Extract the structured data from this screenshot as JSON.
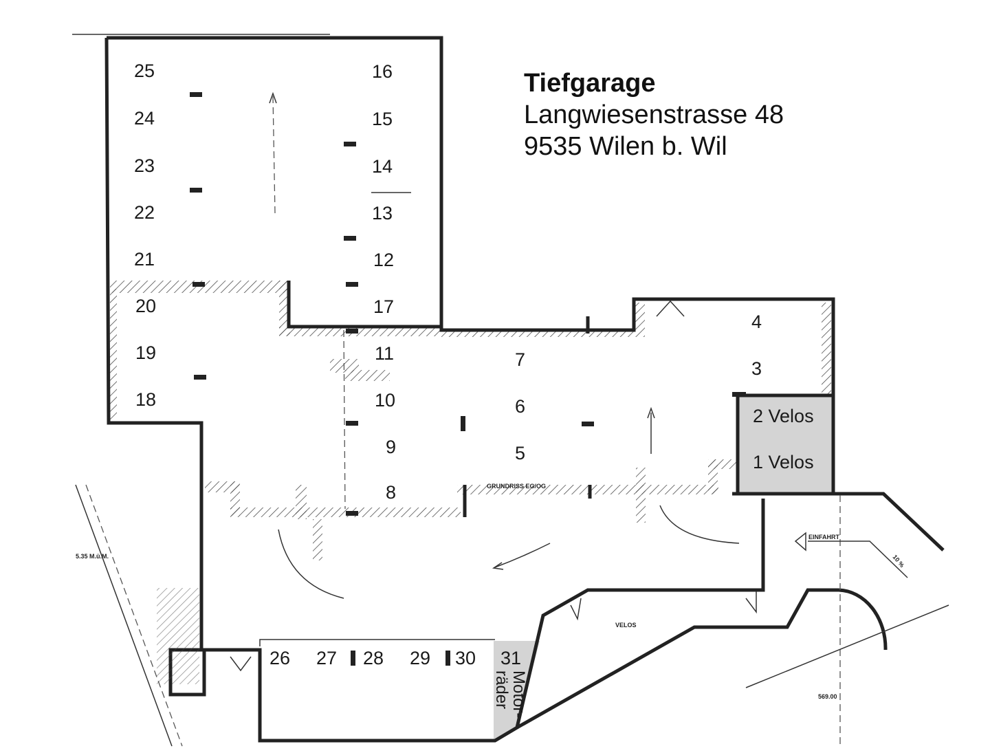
{
  "header": {
    "title": "Tiefgarage",
    "street": "Langwiesenstrasse 48",
    "city": "9535 Wilen b. Wil"
  },
  "spaces": {
    "s25": "25",
    "s24": "24",
    "s23": "23",
    "s22": "22",
    "s21": "21",
    "s20": "20",
    "s19": "19",
    "s18": "18",
    "s16": "16",
    "s15": "15",
    "s14": "14",
    "s13": "13",
    "s12": "12",
    "s17": "17",
    "s11": "11",
    "s10": "10",
    "s9": "9",
    "s8": "8",
    "s7": "7",
    "s6": "6",
    "s5": "5",
    "s4": "4",
    "s3": "3",
    "s26": "26",
    "s27": "27",
    "s28": "28",
    "s29": "29",
    "s30": "30",
    "s31": "31"
  },
  "bikes": {
    "v2": "2 Velos",
    "v1": "1 Velos",
    "velos": "VELOS",
    "motor1": "Motor-",
    "motor2": "räder"
  },
  "annotations": {
    "grundriss": "GRUNDRISS EG/OG",
    "elevation": "5.35 M.ü.M.",
    "einfahrt": "EINFAHRT",
    "slope": "10 %",
    "level": "569.00"
  },
  "colors": {
    "shade": "#d4d4d4",
    "wall": "#222222"
  }
}
